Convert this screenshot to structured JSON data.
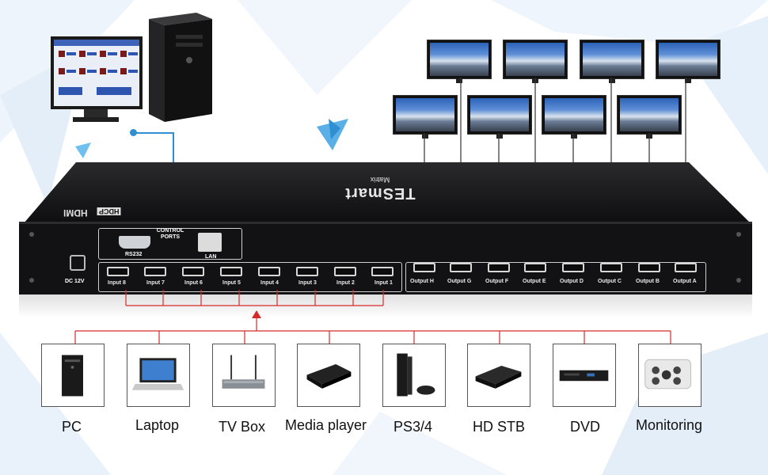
{
  "device": {
    "brand": "TESmart",
    "model": "Matrix",
    "hdcp_label": "HDCP",
    "hdmi_label": "HDMI",
    "power_label": "DC 12V",
    "control_ports_label": "CONTROL PORTS",
    "rs232_label": "RS232",
    "lan_label": "LAN",
    "inputs": [
      "Input 8",
      "Input 7",
      "Input 6",
      "Input 5",
      "Input 4",
      "Input 3",
      "Input 2",
      "Input 1"
    ],
    "outputs": [
      "Output H",
      "Output G",
      "Output F",
      "Output E",
      "Output D",
      "Output C",
      "Output B",
      "Output A"
    ]
  },
  "sources": [
    "PC",
    "Laptop",
    "TV Box",
    "Media player",
    "PS3/4",
    "HD STB",
    "DVD",
    "Monitoring"
  ],
  "colors": {
    "input_lines": "#d42a2a",
    "control_line": "#2f8fd0",
    "output_lines": "#333333",
    "device_body": "#141416"
  },
  "icons": [
    "pc-tower-icon",
    "laptop-icon",
    "tv-box-icon",
    "media-player-icon",
    "ps4-icon",
    "hd-stb-icon",
    "dvd-icon",
    "security-camera-icon"
  ]
}
